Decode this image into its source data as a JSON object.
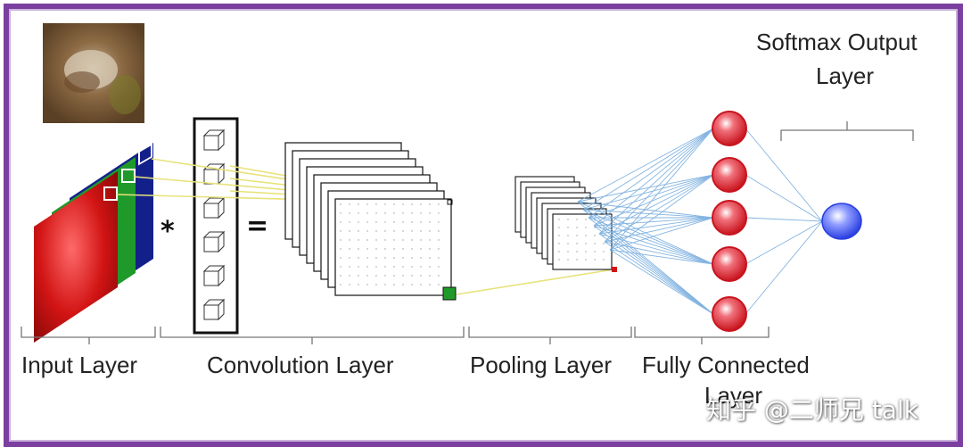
{
  "labels": {
    "input_layer": "Input Layer",
    "convolution_layer": "Convolution Layer",
    "pooling_layer": "Pooling Layer",
    "fully_connected": "Fully Connected",
    "fully_connected_2": "Layer",
    "softmax_line1": "Softmax Output",
    "softmax_line2": "Layer"
  },
  "operators": {
    "convolve": "*",
    "equals": "="
  },
  "watermark": "知乎 @二师兄 talk",
  "colors": {
    "frame": "#7b3fa0",
    "red_channel": "#d21414",
    "green_channel": "#1f9a2a",
    "blue_channel": "#14208a",
    "neuron": "#c8141e",
    "output_neuron": "#2a3fe0",
    "link_yellow": "#e8e27a",
    "link_blue": "#6fa8dc"
  },
  "icons": {
    "photo": "frog-photo-thumbnail",
    "filter": "cube-kernel-icon"
  }
}
